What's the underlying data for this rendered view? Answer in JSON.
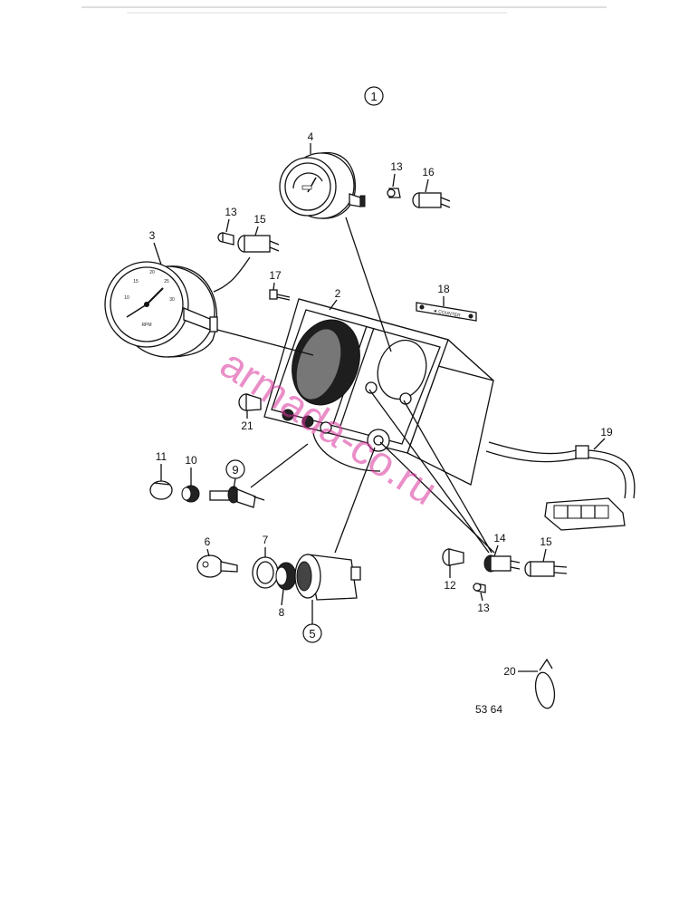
{
  "labels": {
    "p1": "1",
    "p2": "2",
    "p3": "3",
    "p4": "4",
    "p5": "5",
    "p6": "6",
    "p7": "7",
    "p8": "8",
    "p9": "9",
    "p10": "10",
    "p11": "11",
    "p12": "12",
    "p13a": "13",
    "p13b": "13",
    "p13c": "13",
    "p14": "14",
    "p15a": "15",
    "p15b": "15",
    "p16": "16",
    "p17": "17",
    "p18": "18",
    "p19": "19",
    "p20": "20",
    "p21": "21"
  },
  "drawing_number": "53 64",
  "watermark": "armada-co.ru",
  "strip_text": "◄ COUNTER"
}
